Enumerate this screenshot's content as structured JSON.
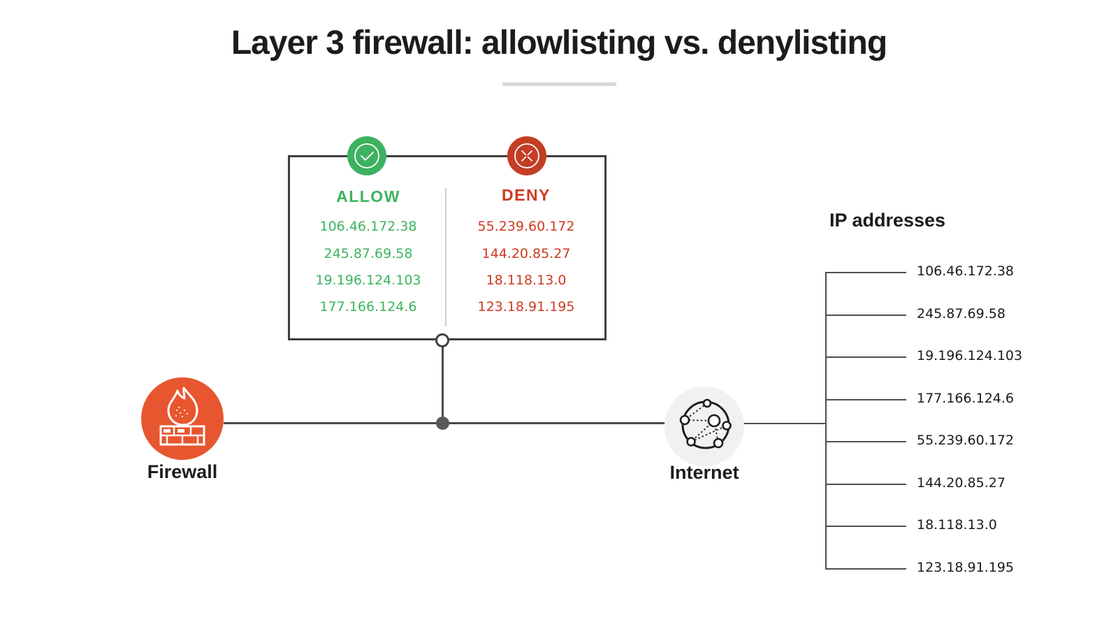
{
  "title": "Layer 3 firewall: allowlisting vs. denylisting",
  "rule_box": {
    "allow": {
      "label": "ALLOW",
      "ips": [
        "106.46.172.38",
        "245.87.69.58",
        "19.196.124.103",
        "177.166.124.6"
      ]
    },
    "deny": {
      "label": "DENY",
      "ips": [
        "55.239.60.172",
        "144.20.85.27",
        "18.118.13.0",
        "123.18.91.195"
      ]
    }
  },
  "nodes": {
    "firewall_label": "Firewall",
    "internet_label": "Internet"
  },
  "ip_list": {
    "title": "IP addresses",
    "items": [
      "106.46.172.38",
      "245.87.69.58",
      "19.196.124.103",
      "177.166.124.6",
      "55.239.60.172",
      "144.20.85.27",
      "18.118.13.0",
      "123.18.91.195"
    ]
  },
  "icons": {
    "allow_badge": "check-circle-icon",
    "deny_badge": "x-circle-icon",
    "firewall": "flame-brick-wall-icon",
    "internet": "network-globe-icon"
  },
  "colors": {
    "allow_green": "#3cb45f",
    "allow_badge_green": "#3eb161",
    "deny_red": "#ce3a1f",
    "deny_badge_red": "#c33e24",
    "firewall_orange": "#e7562f",
    "line_gray": "#4a4a4a",
    "box_border": "#3e3e3e",
    "underline_gray": "#d9d9d9",
    "internet_bg": "#f0f1f1"
  }
}
